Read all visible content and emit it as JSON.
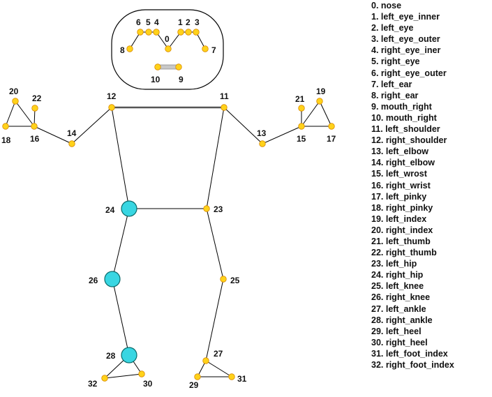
{
  "colors": {
    "line": "#000000",
    "joint_fill": "#ffd21a",
    "joint_stroke": "#d98a00",
    "major_joint_fill": "#38d6e2",
    "major_joint_stroke": "#0b6b6b",
    "mouth_fill": "#c8c8c8"
  },
  "landmarks": [
    {
      "id": 0,
      "label": "0",
      "name": "nose"
    },
    {
      "id": 1,
      "label": "1",
      "name": "left_eye_inner"
    },
    {
      "id": 2,
      "label": "2",
      "name": "left_eye"
    },
    {
      "id": 3,
      "label": "3",
      "name": "left_eye_outer"
    },
    {
      "id": 4,
      "label": "4",
      "name": "right_eye_iner"
    },
    {
      "id": 5,
      "label": "5",
      "name": "right_eye"
    },
    {
      "id": 6,
      "label": "6",
      "name": "right_eye_outer"
    },
    {
      "id": 7,
      "label": "7",
      "name": "left_ear"
    },
    {
      "id": 8,
      "label": "8",
      "name": "right_ear"
    },
    {
      "id": 9,
      "label": "9",
      "name": "mouth_right"
    },
    {
      "id": 10,
      "label": "10",
      "name": "mouth_right"
    },
    {
      "id": 11,
      "label": "11",
      "name": "left_shoulder"
    },
    {
      "id": 12,
      "label": "12",
      "name": "right_shoulder"
    },
    {
      "id": 13,
      "label": "13",
      "name": "left_elbow"
    },
    {
      "id": 14,
      "label": "14",
      "name": "right_elbow"
    },
    {
      "id": 15,
      "label": "15",
      "name": "left_wrost"
    },
    {
      "id": 16,
      "label": "16",
      "name": "right_wrist"
    },
    {
      "id": 17,
      "label": "17",
      "name": "left_pinky"
    },
    {
      "id": 18,
      "label": "18",
      "name": "right_pinky"
    },
    {
      "id": 19,
      "label": "19",
      "name": "left_index"
    },
    {
      "id": 20,
      "label": "20",
      "name": "right_index"
    },
    {
      "id": 21,
      "label": "21",
      "name": "left_thumb"
    },
    {
      "id": 22,
      "label": "22",
      "name": "right_thumb"
    },
    {
      "id": 23,
      "label": "23",
      "name": "left_hip"
    },
    {
      "id": 24,
      "label": "24",
      "name": "right_hip"
    },
    {
      "id": 25,
      "label": "25",
      "name": "left_knee"
    },
    {
      "id": 26,
      "label": "26",
      "name": "right_knee"
    },
    {
      "id": 27,
      "label": "27",
      "name": "left_ankle"
    },
    {
      "id": 28,
      "label": "28",
      "name": "right_ankle"
    },
    {
      "id": 29,
      "label": "29",
      "name": "left_heel"
    },
    {
      "id": 30,
      "label": "30",
      "name": "right_heel"
    },
    {
      "id": 31,
      "label": "31",
      "name": "left_foot_index"
    },
    {
      "id": 32,
      "label": "32",
      "name": "right_foot_index"
    }
  ],
  "connections": [
    [
      12,
      11
    ],
    [
      12,
      14
    ],
    [
      14,
      16
    ],
    [
      16,
      18
    ],
    [
      18,
      20
    ],
    [
      20,
      16
    ],
    [
      16,
      22
    ],
    [
      11,
      13
    ],
    [
      13,
      15
    ],
    [
      15,
      17
    ],
    [
      17,
      19
    ],
    [
      19,
      15
    ],
    [
      15,
      21
    ],
    [
      12,
      24
    ],
    [
      11,
      23
    ],
    [
      24,
      23
    ],
    [
      24,
      26
    ],
    [
      26,
      28
    ],
    [
      28,
      32
    ],
    [
      28,
      30
    ],
    [
      30,
      32
    ],
    [
      23,
      25
    ],
    [
      25,
      27
    ],
    [
      27,
      29
    ],
    [
      27,
      31
    ],
    [
      29,
      31
    ],
    [
      8,
      6
    ],
    [
      6,
      5
    ],
    [
      5,
      4
    ],
    [
      4,
      0
    ],
    [
      0,
      1
    ],
    [
      1,
      2
    ],
    [
      2,
      3
    ],
    [
      3,
      7
    ],
    [
      10,
      9
    ]
  ],
  "major_joints": [
    24,
    26,
    28
  ]
}
